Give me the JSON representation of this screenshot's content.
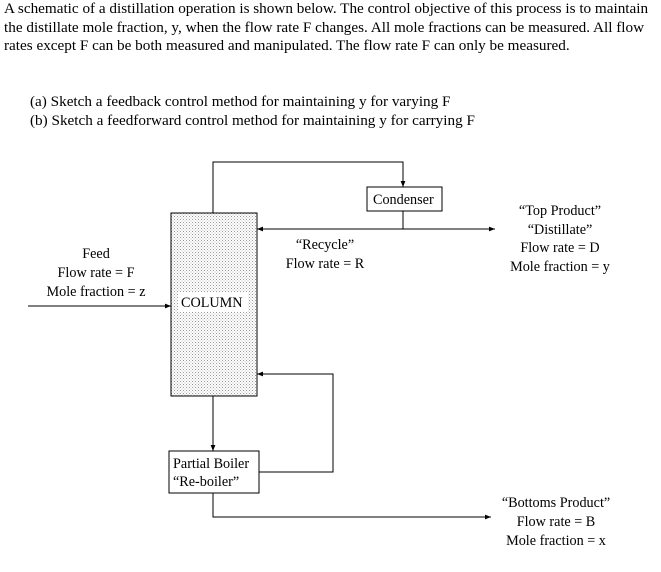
{
  "problem": {
    "statement": "A schematic of a distillation operation is shown below. The control objective of this process is to maintain the distillate mole fraction, y, when the flow rate F changes. All mole fractions can be measured. All flow rates except F can be both measured and manipulated. The flow rate F can only be measured.",
    "part_a": "(a) Sketch a feedback control method for maintaining y for varying F",
    "part_b": "(b) Sketch a feedforward control method for maintaining y for carrying F"
  },
  "diagram": {
    "condenser": "Condenser",
    "column": "COLUMN",
    "reboiler": [
      "Partial Boiler",
      "“Re-boiler”"
    ],
    "feed": [
      "Feed",
      "Flow rate = F",
      "Mole fraction = z"
    ],
    "recycle": [
      "“Recycle”",
      "Flow rate = R"
    ],
    "top_product": [
      "“Top Product”",
      "“Distillate”",
      "Flow rate = D",
      "Mole fraction = y"
    ],
    "bottoms_product": [
      "“Bottoms Product”",
      "Flow rate = B",
      "Mole fraction = x"
    ]
  }
}
